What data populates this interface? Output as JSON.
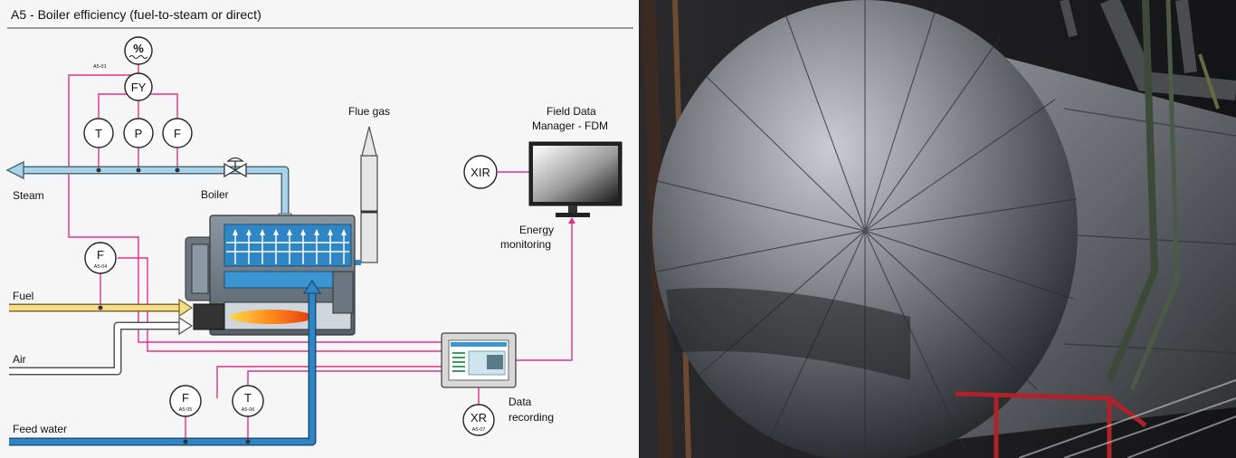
{
  "diagram": {
    "title": "A5 - Boiler efficiency (fuel-to-steam or direct)",
    "streams": {
      "steam": "Steam",
      "fuel": "Fuel",
      "air": "Air",
      "feed_water": "Feed water",
      "flue_gas": "Flue gas"
    },
    "equipment": {
      "boiler": "Boiler"
    },
    "instruments": {
      "percent": {
        "symbol": "%",
        "tag": "A5-01"
      },
      "fy": "FY",
      "t_steam": "T",
      "p_steam": "P",
      "f_steam": "F",
      "f_fuel": {
        "symbol": "F",
        "tag": "A5-04"
      },
      "f_feed": {
        "symbol": "F",
        "tag": "A5-05"
      },
      "t_feed": {
        "symbol": "T",
        "tag": "A5-06"
      },
      "xr": {
        "symbol": "XR",
        "tag": "A5-07"
      },
      "xir": "XIR"
    },
    "fdm": {
      "line1": "Field Data",
      "line2": "Manager - FDM"
    },
    "energy": {
      "line1": "Energy",
      "line2": "monitoring"
    },
    "data_recording": {
      "line1": "Data",
      "line2": "recording"
    }
  },
  "colors": {
    "signal_line": "#e0308c",
    "steam_pipe": "#a9d4e8",
    "fuel_pipe": "#f7dc86",
    "feed_pipe": "#2e86c6",
    "title_rule": "#666666"
  }
}
